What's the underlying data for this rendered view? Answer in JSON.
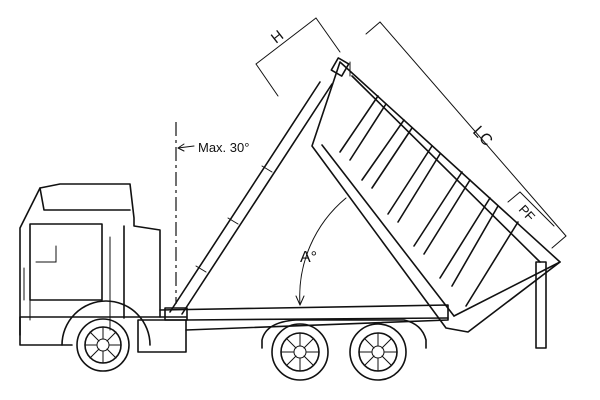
{
  "diagram": {
    "labels": {
      "height": "H",
      "body_length": "LC",
      "front_overhang": "PF",
      "tilt_angle": "A°",
      "max_angle": "Max. 30°"
    }
  }
}
